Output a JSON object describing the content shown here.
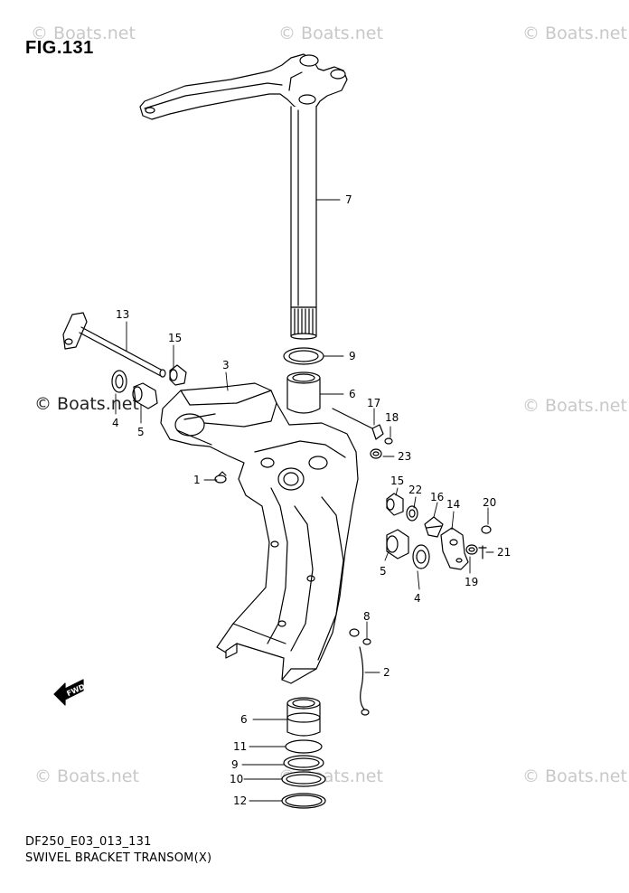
{
  "figure": {
    "title": "FIG.131",
    "model_code": "DF250_E03_013_131",
    "caption": "SWIVEL BRACKET TRANSOM(X)"
  },
  "watermark": "© Boats.net",
  "fwd_label": "FWD",
  "callouts": [
    "1",
    "2",
    "3",
    "4",
    "5",
    "6",
    "7",
    "8",
    "9",
    "10",
    "11",
    "12",
    "13",
    "14",
    "15",
    "16",
    "17",
    "18",
    "19",
    "20",
    "21",
    "22",
    "23"
  ]
}
